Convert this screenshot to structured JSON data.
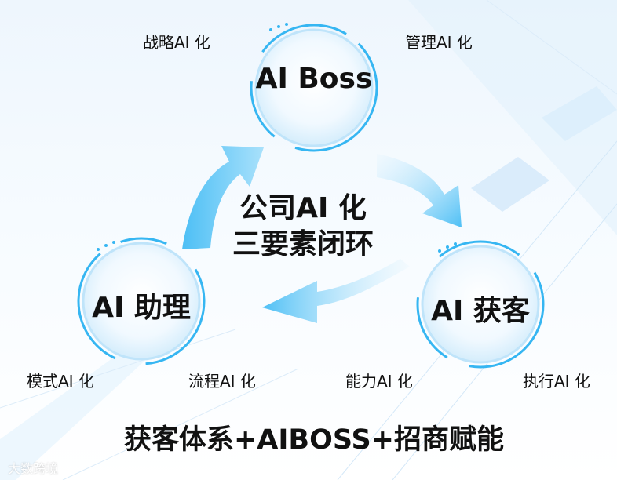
{
  "nodes": {
    "boss": {
      "label": "AI Boss",
      "left_caption": "战略AI 化",
      "right_caption": "管理AI 化"
    },
    "assistant": {
      "label": "AI 助理",
      "left_caption": "模式AI 化",
      "right_caption": "流程AI 化"
    },
    "acquisition": {
      "label": "AI 获客",
      "left_caption": "能力AI 化",
      "right_caption": "执行AI 化"
    }
  },
  "center": {
    "line1": "公司AI 化",
    "line2": "三要素闭环"
  },
  "footer": {
    "slogan": "获客体系+AIBOSS+招商赋能"
  },
  "watermark": {
    "text": "大数跨境"
  },
  "colors": {
    "ring": "#36b6f2",
    "arrow": "#5cc6f6",
    "text": "#111111",
    "background": "#eef6fd"
  },
  "icons": {
    "arrow": "curved-arrow-icon",
    "ring": "dashed-ring-icon"
  }
}
